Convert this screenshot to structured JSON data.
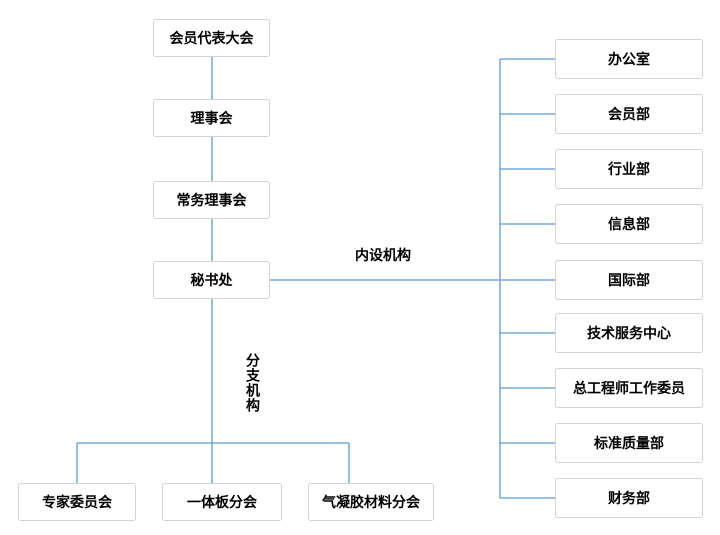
{
  "chart": {
    "type": "org-flowchart",
    "colors": {
      "line": "#5b9bd5",
      "box_border": "#d2d2d2",
      "text": "#000000",
      "background": "#ffffff"
    },
    "main_chain": [
      {
        "label": "会员代表大会"
      },
      {
        "label": "理事会"
      },
      {
        "label": "常务理事会"
      },
      {
        "label": "秘书处"
      }
    ],
    "internal_label": "内设机构",
    "branch_label": "分支机构",
    "internal_departments": [
      "办公室",
      "会员部",
      "行业部",
      "信息部",
      "国际部",
      "技术服务中心",
      "总工程师工作委员",
      "标准质量部",
      "财务部"
    ],
    "branches": [
      "专家委员会",
      "一体板分会",
      "气凝胶材料分会"
    ]
  }
}
